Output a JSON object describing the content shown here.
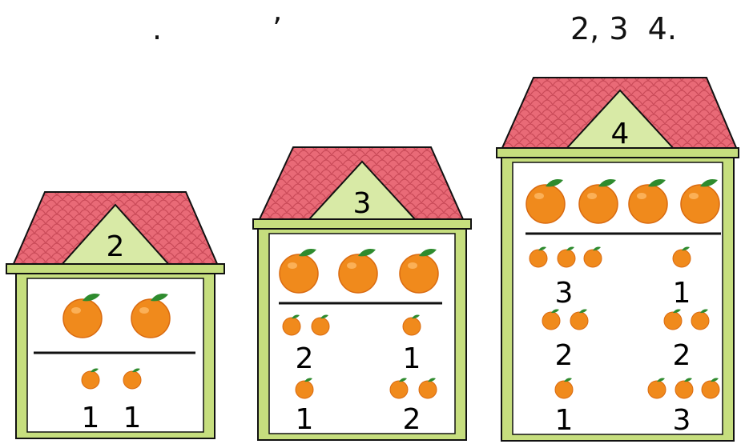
{
  "heading": {
    "dot": ".",
    "apostrophe": "’",
    "numbers": "2, 3  4."
  },
  "houses": [
    {
      "number": "2",
      "top_oranges": 2,
      "splits": [
        {
          "left": "1",
          "right": "1"
        }
      ]
    },
    {
      "number": "3",
      "top_oranges": 3,
      "splits": [
        {
          "left": "2",
          "right": "1"
        },
        {
          "left": "1",
          "right": "2"
        }
      ]
    },
    {
      "number": "4",
      "top_oranges": 4,
      "splits": [
        {
          "left": "3",
          "right": "1"
        },
        {
          "left": "2",
          "right": "2"
        },
        {
          "left": "1",
          "right": "3"
        }
      ]
    }
  ],
  "colors": {
    "roof": "#e96a77",
    "roof_scale": "#c94a58",
    "gable": "#d8eaa6",
    "wall": "#c6de7e",
    "frame": "#111111",
    "orange": "#f08a1c",
    "orange_dark": "#d96a10",
    "leaf": "#2e8b2e"
  }
}
